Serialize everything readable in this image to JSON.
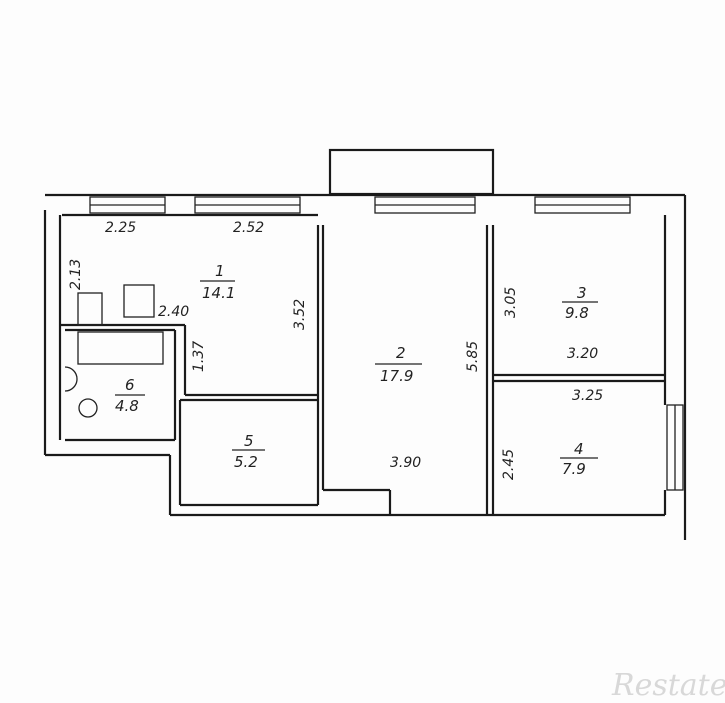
{
  "rooms": [
    {
      "number": "1",
      "area": "14.1"
    },
    {
      "number": "2",
      "area": "17.9"
    },
    {
      "number": "3",
      "area": "9.8"
    },
    {
      "number": "4",
      "area": "7.9"
    },
    {
      "number": "5",
      "area": "5.2"
    },
    {
      "number": "6",
      "area": "4.8"
    }
  ],
  "dimensions": {
    "r1_top_left": "2.25",
    "r1_top_right": "2.52",
    "r1_left": "2.13",
    "r1_mid": "2.40",
    "r1_right": "3.52",
    "r1_short": "1.37",
    "r2_height": "5.85",
    "r2_width": "3.90",
    "r3_height": "3.05",
    "r3_width": "3.20",
    "r4_width": "3.25",
    "r4_height": "2.45"
  },
  "watermark": "Restate"
}
